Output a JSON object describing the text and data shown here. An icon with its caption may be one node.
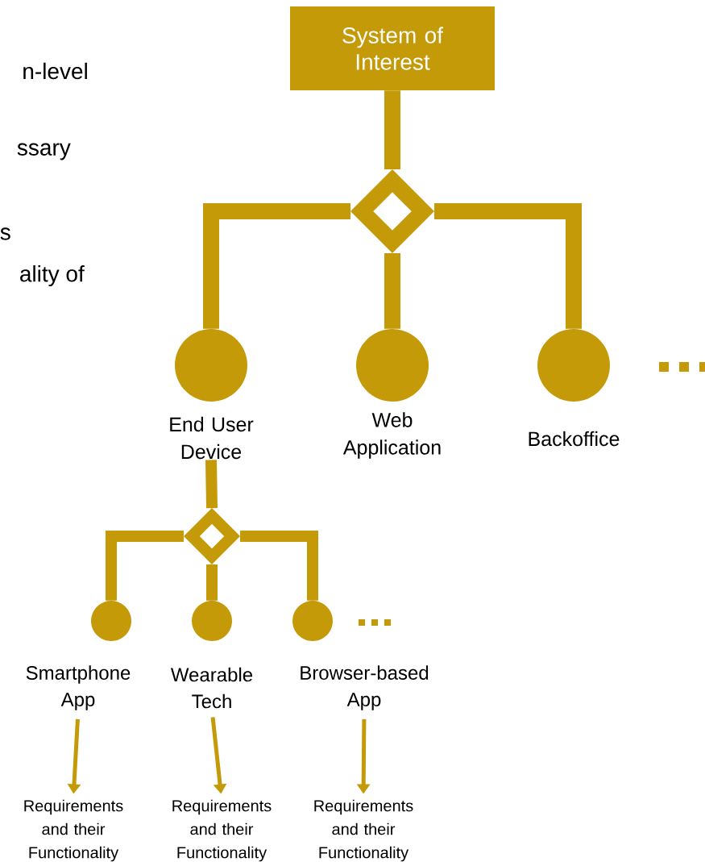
{
  "diagram": {
    "nodes": [
      {
        "text": [
          "System of Interest"
        ]
      },
      {
        "text": [],
        "shape": "diamond"
      },
      {
        "text": [
          "End User Device"
        ]
      },
      {
        "text": [
          "Web Application"
        ]
      },
      {
        "text": [
          "Backoffice"
        ]
      },
      {
        "text": [],
        "shape": "diamond"
      },
      {
        "text": [
          "Smartphone App"
        ]
      },
      {
        "text": [
          "Wearable Tech"
        ]
      },
      {
        "text": [
          "Browser-based App"
        ]
      },
      {
        "text": [
          "Requirements and their Functionality"
        ]
      },
      {
        "text": [
          "Requirements and their Functionality"
        ]
      },
      {
        "text": [
          "Requirements and their Functionality"
        ]
      }
    ],
    "edges": [
      {
        "from": 0,
        "to": 1,
        "arrow": "none"
      },
      {
        "from": 1,
        "to": 2,
        "arrow": "none"
      },
      {
        "from": 1,
        "to": 3,
        "arrow": "none"
      },
      {
        "from": 1,
        "to": 4,
        "arrow": "none"
      },
      {
        "from": 2,
        "to": 5,
        "arrow": "none"
      },
      {
        "from": 5,
        "to": 6,
        "arrow": "none"
      },
      {
        "from": 5,
        "to": 7,
        "arrow": "none"
      },
      {
        "from": 5,
        "to": 8,
        "arrow": "none"
      },
      {
        "from": 6,
        "to": 9,
        "arrow": "to"
      },
      {
        "from": 7,
        "to": 10,
        "arrow": "to"
      },
      {
        "from": 8,
        "to": 11,
        "arrow": "to"
      }
    ],
    "labels": [
      "n-level",
      "ssary",
      "s",
      "ality of"
    ]
  }
}
